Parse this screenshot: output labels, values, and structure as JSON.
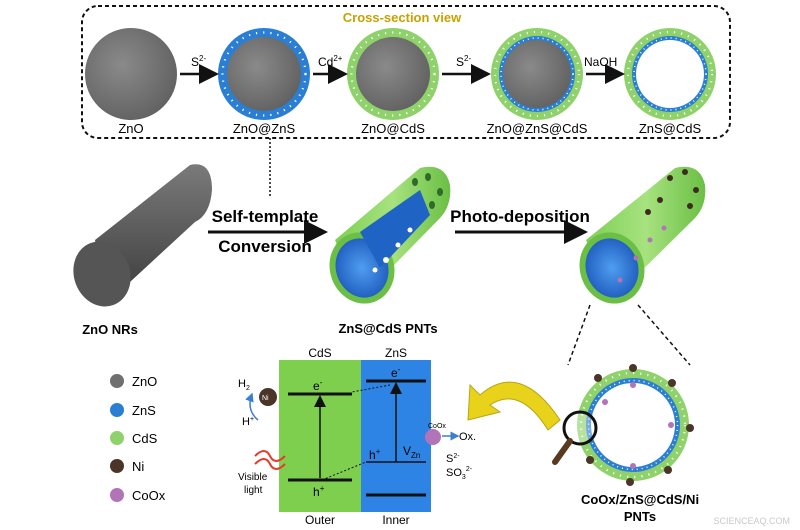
{
  "cross_section": {
    "title": "Cross-section view",
    "stages": [
      {
        "label": "ZnO"
      },
      {
        "label": "ZnO@ZnS"
      },
      {
        "label": "ZnO@CdS"
      },
      {
        "label": "ZnO@ZnS@CdS"
      },
      {
        "label": "ZnS@CdS"
      }
    ],
    "arrows": [
      {
        "reagent": "S",
        "sup": "2-"
      },
      {
        "reagent": "Cd",
        "sup": "2+"
      },
      {
        "reagent": "S",
        "sup": "2-"
      },
      {
        "reagent": "NaOH",
        "sup": ""
      }
    ]
  },
  "process": {
    "step1_line1": "Self-template",
    "step1_line2": "Conversion",
    "step2": "Photo-deposition",
    "label_nr": "ZnO NRs",
    "label_pnt": "ZnS@CdS PNTs",
    "label_final_line1": "CoOx/ZnS@CdS/Ni",
    "label_final_line2": "PNTs"
  },
  "legend": [
    {
      "label": "ZnO",
      "color": "#6f6f6f"
    },
    {
      "label": "ZnS",
      "color": "#2a7fd4"
    },
    {
      "label": "CdS",
      "color": "#8fd16a"
    },
    {
      "label": "Ni",
      "color": "#4a3528"
    },
    {
      "label": "CoOx",
      "color": "#b274b8"
    }
  ],
  "band": {
    "cds_label": "CdS",
    "zns_label": "ZnS",
    "outer_label": "Outer",
    "inner_label": "Inner",
    "e": "e",
    "e_sup": "-",
    "h": "h",
    "h_sup": "+",
    "vzn": "V",
    "vzn_sub": "Zn",
    "h2": "H",
    "h2_sub": "2",
    "hplus": "H",
    "hplus_sup": "+",
    "ni": "Ni",
    "visible_light_1": "Visible",
    "visible_light_2": "light",
    "cooxx": "CoOx",
    "ox": "Ox.",
    "s2": "S",
    "s2_sup": "2-",
    "so3": "SO",
    "so3_sub": "3",
    "so3_sup": "2-"
  },
  "watermark": "SCIENCEAQ.COM"
}
